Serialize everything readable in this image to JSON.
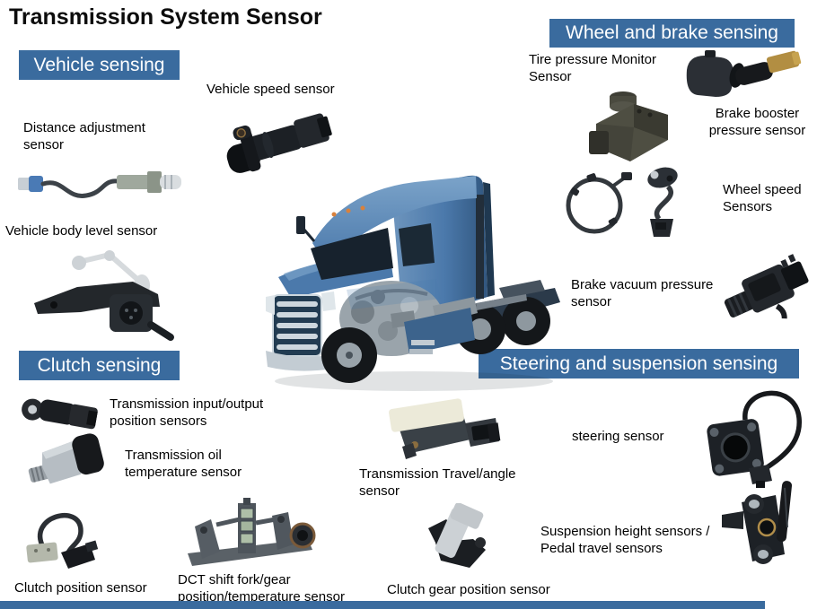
{
  "title": "Transmission System Sensor",
  "colors": {
    "header_bg": "#3A6B9E",
    "header_text": "#FFFFFF",
    "label_text": "#000000",
    "background": "#FFFFFF",
    "bottom_bar": "#3A6B9E"
  },
  "sections": {
    "vehicle_sensing": {
      "label": "Vehicle sensing"
    },
    "wheel_and_brake_sensing": {
      "label": "Wheel and brake sensing"
    },
    "clutch_sensing": {
      "label": "Clutch sensing"
    },
    "steering_and_suspension_sensing": {
      "label": "Steering and suspension sensing"
    }
  },
  "sensor_labels": {
    "vehicle_speed": "Vehicle speed sensor",
    "distance_adjustment": "Distance adjustment sensor",
    "vehicle_body_level": "Vehicle body level sensor",
    "tire_pressure_monitor": "Tire pressure Monitor Sensor",
    "brake_booster_pressure": "Brake booster pressure sensor",
    "wheel_speed": "Wheel speed Sensors",
    "brake_vacuum_pressure": "Brake vacuum pressure sensor",
    "transmission_input_output": "Transmission input/output position sensors",
    "transmission_oil_temperature": "Transmission oil temperature sensor",
    "clutch_position": "Clutch position sensor",
    "dct_shift_fork": "DCT shift fork/gear position/temperature sensor",
    "transmission_travel_angle": "Transmission Travel/angle sensor",
    "clutch_gear_position": "Clutch gear position sensor",
    "steering": "steering sensor",
    "suspension_height": "Suspension height sensors / Pedal travel sensors"
  }
}
